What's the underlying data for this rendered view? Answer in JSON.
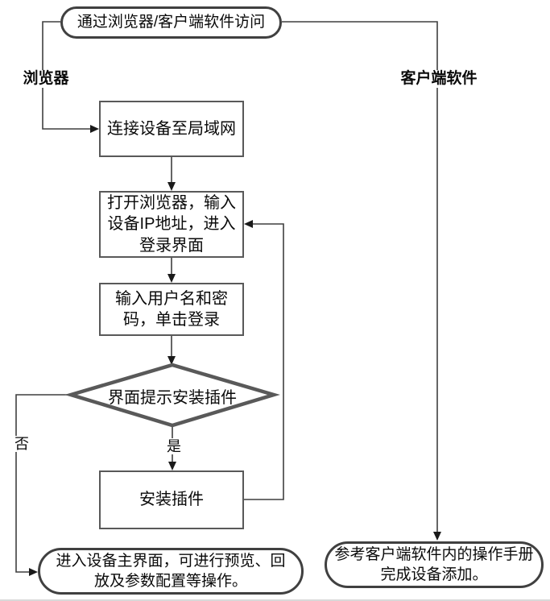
{
  "diagram": {
    "title_node": {
      "label": "通过浏览器/客户端软件访问"
    },
    "branch_labels": {
      "browser": "浏览器",
      "client": "客户端软件"
    },
    "browser_flow": {
      "step_connect": "连接设备至局域网",
      "step_open_lines": [
        "打开浏览器，输入",
        "设备IP地址，进入",
        "登录界面"
      ],
      "step_login_lines": [
        "输入用户名和密",
        "码，单击登录"
      ],
      "decision": "界面提示安装插件",
      "decision_yes": "是",
      "decision_no": "否",
      "step_install": "安装插件",
      "end_lines": [
        "进入设备主界面，可进行预览、回",
        "放及参数配置等操作。"
      ]
    },
    "client_flow": {
      "end_lines": [
        "参考客户端软件内的操作手册",
        "完成设备添加。"
      ]
    },
    "colors": {
      "line": "#3f3f3f",
      "process_border": "#595959",
      "terminator_border": "#404040",
      "text": "#0a0a0a",
      "background": "#ffffff"
    }
  }
}
